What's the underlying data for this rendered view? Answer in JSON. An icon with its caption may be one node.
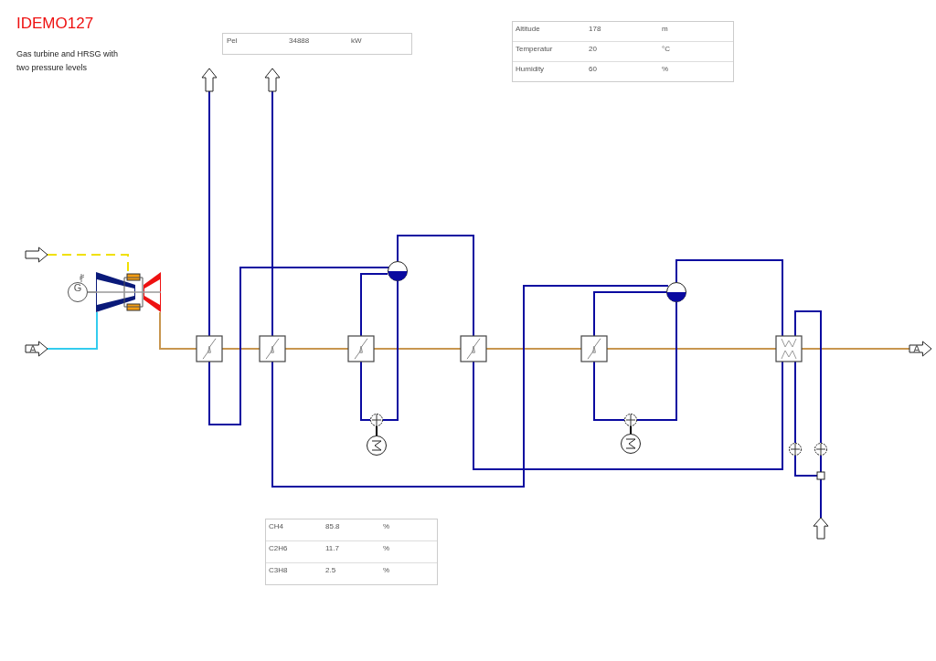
{
  "diagram": {
    "title": "IDEMO127",
    "nodes": [
      {
        "text": [],
        "shape": "arrow"
      },
      {
        "text": [
          "A"
        ]
      },
      {
        "text": [
          "G"
        ]
      },
      {
        "text": [],
        "shape": "picture"
      },
      {
        "text": [],
        "shape": "box"
      },
      {
        "text": [],
        "shape": "box"
      },
      {
        "text": [],
        "shape": "box"
      },
      {
        "text": [],
        "shape": "box"
      },
      {
        "text": [],
        "shape": "box"
      },
      {
        "text": [],
        "shape": "box"
      },
      {
        "text": [
          "A"
        ]
      },
      {
        "text": [],
        "shape": "arrow"
      },
      {
        "text": [],
        "shape": "arrow"
      },
      {
        "text": [],
        "shape": "circle"
      },
      {
        "text": [],
        "shape": "circle"
      },
      {
        "text": [],
        "shape": "circle"
      },
      {
        "text": [],
        "shape": "circle"
      },
      {
        "text": [],
        "shape": "circle"
      },
      {
        "text": [],
        "shape": "circle"
      },
      {
        "text": [],
        "shape": "circle"
      },
      {
        "text": [],
        "shape": "circle"
      },
      {
        "text": [],
        "shape": "box"
      },
      {
        "text": [],
        "shape": "arrow"
      }
    ],
    "edges": [
      {
        "from": 0,
        "to": 3,
        "arrow": "none",
        "style": "dashed",
        "color": "#f0e000"
      },
      {
        "from": 1,
        "to": 3,
        "arrow": "none",
        "color": "#33ccee"
      },
      {
        "from": 2,
        "to": 3,
        "arrow": "none",
        "color": "#999999"
      },
      {
        "from": 3,
        "to": 4,
        "arrow": "none",
        "color": "#c8964f"
      },
      {
        "from": 4,
        "to": 5,
        "arrow": "none",
        "color": "#c8964f"
      },
      {
        "from": 5,
        "to": 6,
        "arrow": "none",
        "color": "#c8964f"
      },
      {
        "from": 6,
        "to": 7,
        "arrow": "none",
        "color": "#c8964f"
      },
      {
        "from": 7,
        "to": 8,
        "arrow": "none",
        "color": "#c8964f"
      },
      {
        "from": 8,
        "to": 9,
        "arrow": "none",
        "color": "#c8964f"
      },
      {
        "from": 9,
        "to": 10,
        "arrow": "none",
        "color": "#c8964f"
      },
      {
        "from": 4,
        "to": 11,
        "arrow": "none"
      },
      {
        "from": 13,
        "to": 4,
        "arrow": "none"
      },
      {
        "from": 5,
        "to": 12,
        "arrow": "none"
      },
      {
        "from": 16,
        "to": 5,
        "arrow": "none"
      },
      {
        "from": 6,
        "to": 13,
        "arrow": "none"
      },
      {
        "from": 14,
        "to": 6,
        "arrow": "none"
      },
      {
        "from": 13,
        "to": 14,
        "arrow": "none"
      },
      {
        "from": 7,
        "to": 13,
        "arrow": "none"
      },
      {
        "from": 9,
        "to": 7,
        "arrow": "none"
      },
      {
        "from": 8,
        "to": 16,
        "arrow": "none"
      },
      {
        "from": 17,
        "to": 8,
        "arrow": "none"
      },
      {
        "from": 16,
        "to": 17,
        "arrow": "none"
      },
      {
        "from": 16,
        "to": 9,
        "arrow": "none"
      },
      {
        "from": 22,
        "to": 21,
        "arrow": "none"
      },
      {
        "from": 21,
        "to": 19,
        "arrow": "none"
      },
      {
        "from": 19,
        "to": 9,
        "arrow": "none"
      },
      {
        "from": 9,
        "to": 20,
        "arrow": "none"
      },
      {
        "from": 20,
        "to": 21,
        "arrow": "none"
      },
      {
        "from": 14,
        "to": 15,
        "arrow": "none",
        "color": "#000000"
      },
      {
        "from": 17,
        "to": 18,
        "arrow": "none",
        "color": "#000000"
      }
    ],
    "labels": [
      "Gas turbine and HRSG with two pressure levels",
      "Pel",
      "34888",
      "kW",
      "Altitude",
      "178",
      "m",
      "Temperatur",
      "20",
      "°C",
      "Humidity",
      "60",
      "%",
      "CH4",
      "85.8",
      "%",
      "C2H6",
      "11.7",
      "%",
      "C3H8",
      "2.5",
      "%"
    ]
  }
}
